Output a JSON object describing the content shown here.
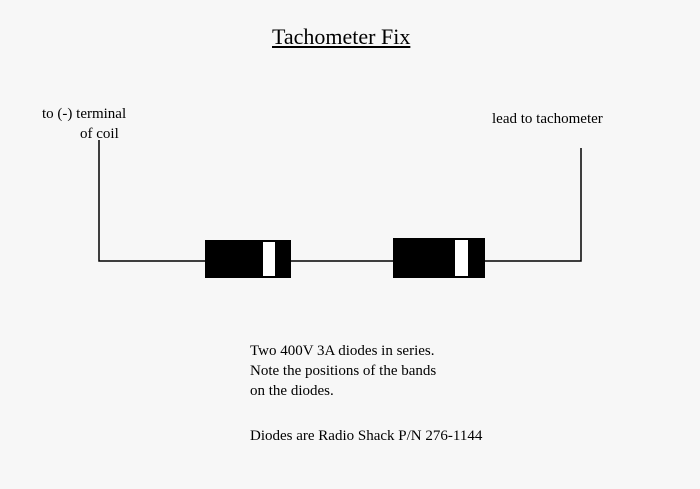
{
  "title": "Tachometer Fix",
  "labels": {
    "left_line1": "to (-) terminal",
    "left_line2": "of coil",
    "right": "lead to tachometer"
  },
  "notes": [
    "Two 400V 3A diodes in series.",
    "Note the positions of the bands",
    "on the diodes.",
    "Diodes are Radio Shack P/N 276-1144"
  ]
}
